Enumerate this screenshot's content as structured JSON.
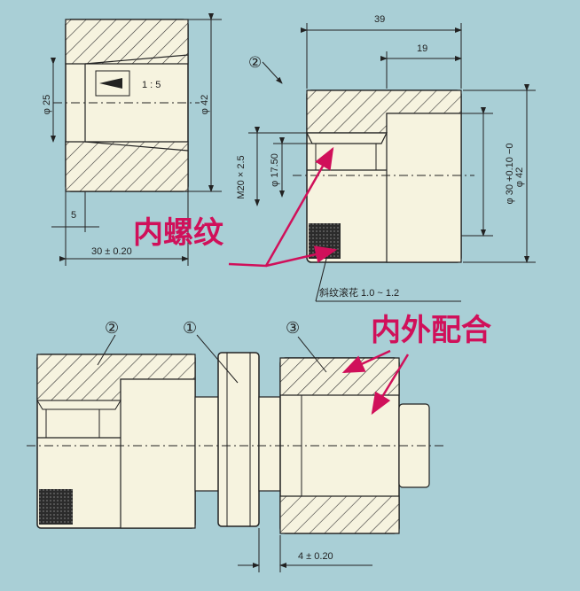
{
  "colors": {
    "background": "#a9cfd6",
    "part": "#f6f3df",
    "line": "#222222",
    "annotation": "#d0105a"
  },
  "top_left_part": {
    "taper": "1 : 5",
    "dia_small": "φ 25",
    "dia_large": "φ 42",
    "dim_5": "5",
    "dim_30": "30 ± 0.20"
  },
  "top_right_part": {
    "callout": "②",
    "dim_39": "39",
    "dim_19": "19",
    "thread": "M20 × 2.5",
    "dia_1750": "φ 17.50",
    "dia_30_tol": "φ 30 +0.10 −0",
    "dia_42": "φ 42",
    "knurl_note": "斜纹滚花 1.0 ~ 1.2",
    "annotation": "内螺纹"
  },
  "assembly": {
    "callout_1": "①",
    "callout_2": "②",
    "callout_3": "③",
    "dim_4": "4 ± 0.20",
    "annotation": "内外配合"
  }
}
